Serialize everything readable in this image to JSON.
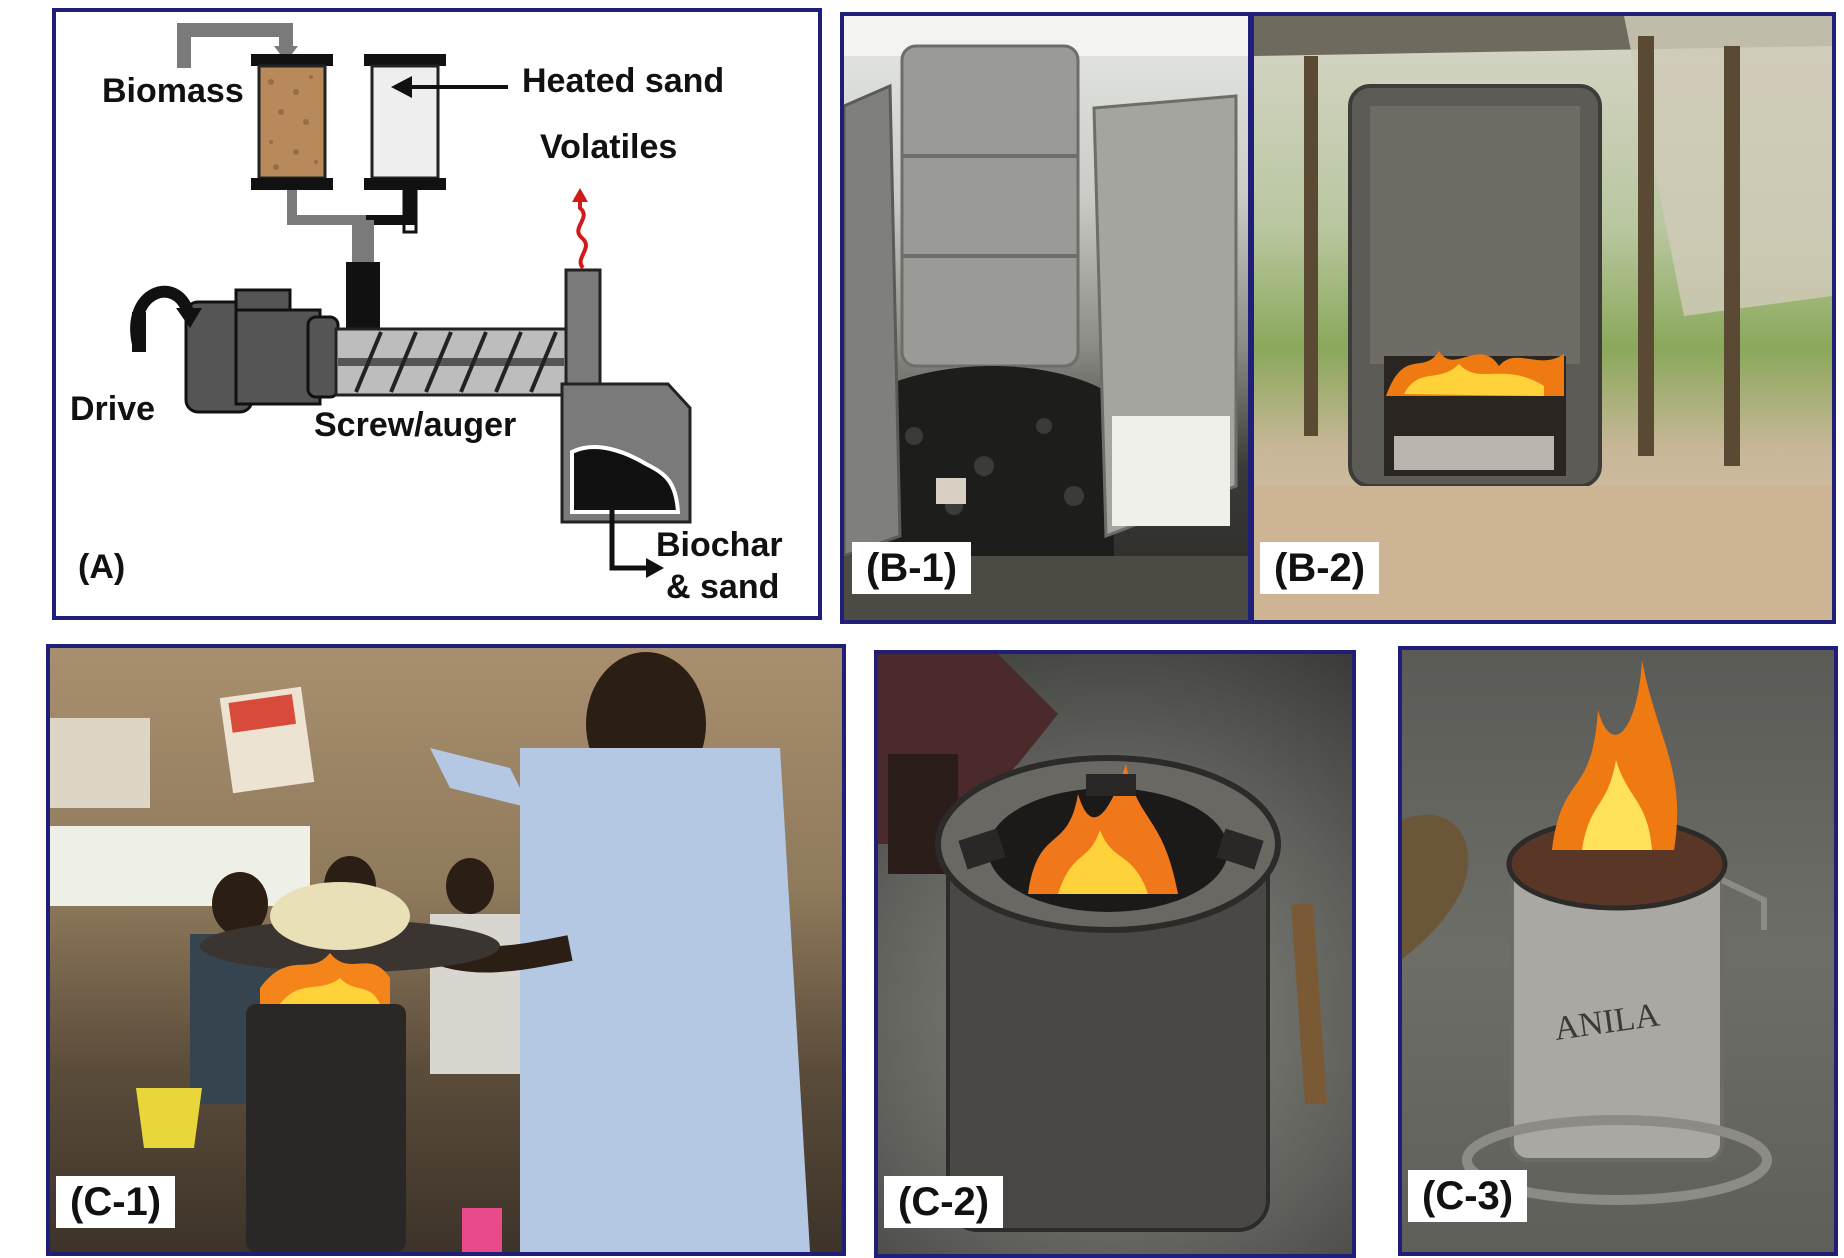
{
  "panel_a": {
    "label": "(A)",
    "biomass": "Biomass",
    "heated_sand": "Heated sand",
    "volatiles": "Volatiles",
    "drive": "Drive",
    "screw": "Screw/auger",
    "biochar": "Biochar",
    "and_sand": "& sand"
  },
  "photo_labels": {
    "b1": "(B-1)",
    "b2": "(B-2)",
    "c1": "(C-1)",
    "c2": "(C-2)",
    "c3": "(C-3)"
  },
  "stove_text": "ANILA",
  "colors": {
    "frame": "#1f1f7a",
    "volatiles": "#d11a1a",
    "biomass": "#b8895a"
  }
}
